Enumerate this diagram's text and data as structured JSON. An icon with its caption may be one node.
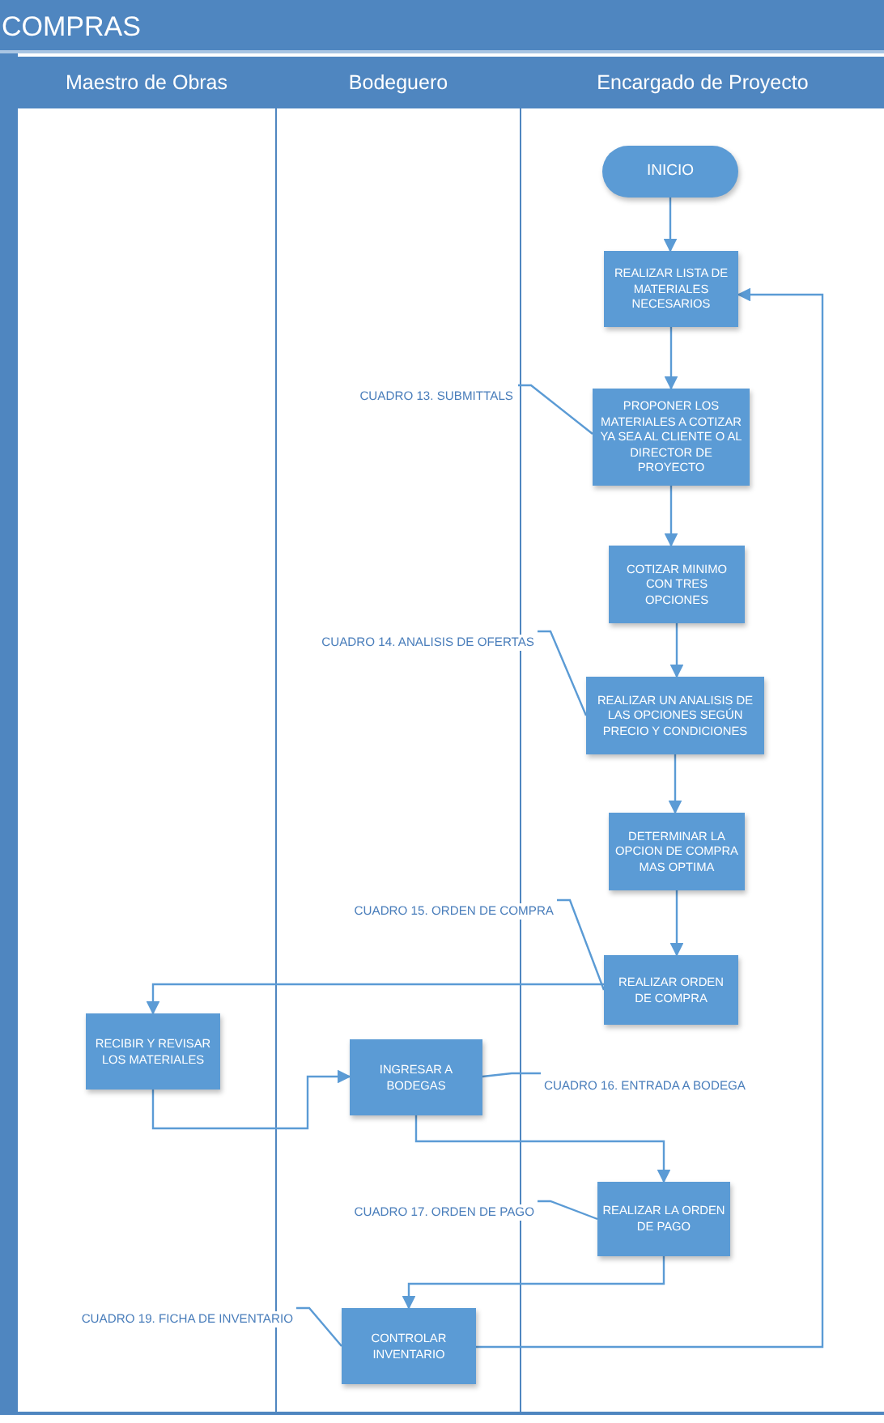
{
  "diagram": {
    "title": "COMPRAS",
    "nodes": [
      {
        "text": [
          "Maestro de Obras"
        ]
      },
      {
        "text": [
          "Bodeguero"
        ]
      },
      {
        "text": [
          "Encargado de Proyecto"
        ]
      },
      {
        "text": [
          "INICIO"
        ],
        "in": 2
      },
      {
        "text": [
          "REALIZAR LISTA DE MATERIALES NECESARIOS"
        ],
        "in": 2
      },
      {
        "text": [
          "PROPONER LOS MATERIALES A COTIZAR YA SEA AL CLIENTE O AL DIRECTOR DE PROYECTO"
        ],
        "in": 2
      },
      {
        "text": [
          "COTIZAR MINIMO CON TRES OPCIONES"
        ],
        "in": 2
      },
      {
        "text": [
          "REALIZAR UN ANALISIS DE LAS OPCIONES SEGÚN PRECIO Y CONDICIONES"
        ],
        "in": 2
      },
      {
        "text": [
          "DETERMINAR LA OPCION DE COMPRA MAS OPTIMA"
        ],
        "in": 2
      },
      {
        "text": [
          "REALIZAR ORDEN DE COMPRA"
        ],
        "in": 2
      },
      {
        "text": [
          "RECIBIR Y REVISAR LOS MATERIALES"
        ],
        "in": 0
      },
      {
        "text": [
          "INGRESAR A BODEGAS"
        ],
        "in": 1
      },
      {
        "text": [
          "REALIZAR LA ORDEN DE PAGO"
        ],
        "in": 2
      },
      {
        "text": [
          "CONTROLAR INVENTARIO"
        ],
        "in": 1
      },
      {
        "text": [
          "CUADRO 13. SUBMITTALS"
        ],
        "in": 1
      },
      {
        "text": [
          "CUADRO 14. ANALISIS DE OFERTAS"
        ]
      },
      {
        "text": [
          "CUADRO 15. ORDEN DE COMPRA"
        ]
      },
      {
        "text": [
          "CUADRO 16. ENTRADA A BODEGA"
        ],
        "in": 2
      },
      {
        "text": [
          "CUADRO 17. ORDEN DE PAGO"
        ]
      },
      {
        "text": [
          "CUADRO 19. FICHA DE INVENTARIO"
        ]
      }
    ],
    "edges": [
      {
        "from": 3,
        "to": 4,
        "arrow": "to"
      },
      {
        "from": 4,
        "to": 5,
        "arrow": "to"
      },
      {
        "from": 5,
        "to": 6,
        "arrow": "to"
      },
      {
        "from": 6,
        "to": 7,
        "arrow": "to"
      },
      {
        "from": 7,
        "to": 8,
        "arrow": "to"
      },
      {
        "from": 8,
        "to": 9,
        "arrow": "to"
      },
      {
        "from": 9,
        "to": 10,
        "arrow": "to"
      },
      {
        "from": 10,
        "to": 11,
        "arrow": "to"
      },
      {
        "from": 11,
        "to": 12,
        "arrow": "to"
      },
      {
        "from": 12,
        "to": 13,
        "arrow": "to"
      },
      {
        "from": 13,
        "to": 4,
        "arrow": "to"
      },
      {
        "from": 14,
        "to": 5,
        "arrow": "none"
      },
      {
        "from": 15,
        "to": 7,
        "arrow": "none"
      },
      {
        "from": 16,
        "to": 9,
        "arrow": "none"
      },
      {
        "from": 17,
        "to": 11,
        "arrow": "none"
      },
      {
        "from": 18,
        "to": 12,
        "arrow": "none"
      },
      {
        "from": 19,
        "to": 13,
        "arrow": "none"
      }
    ]
  }
}
